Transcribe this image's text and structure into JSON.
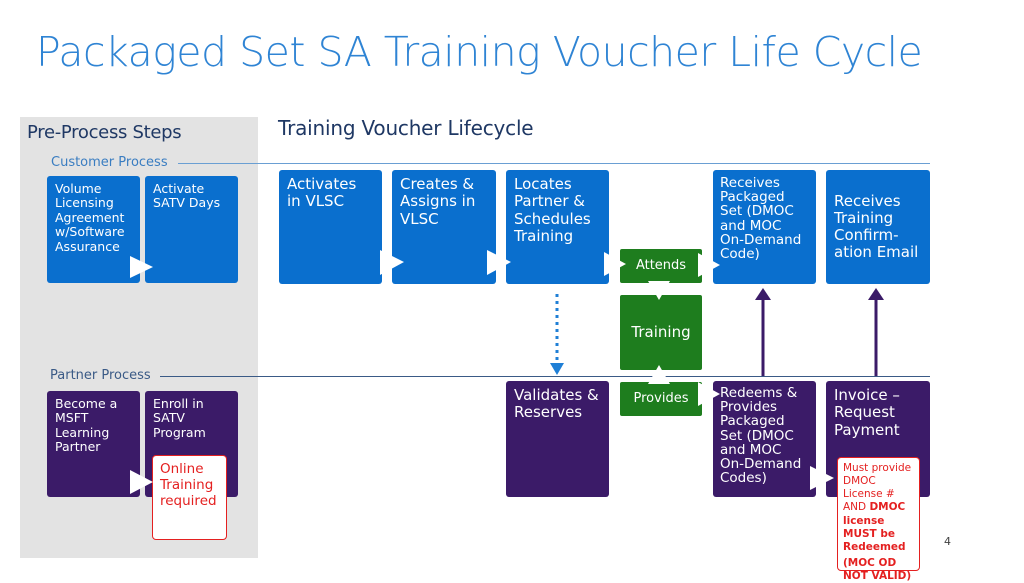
{
  "title": "Packaged Set SA Training Voucher Life Cycle",
  "pre_process": {
    "heading": "Pre-Process Steps",
    "customer_label": "Customer Process",
    "partner_label": "Partner Process",
    "customer_steps": [
      "Volume Licensing Agreement w/Software Assurance",
      "Activate SATV Days"
    ],
    "partner_steps": [
      "Become a MSFT Learning Partner",
      "Enroll in SATV Program"
    ],
    "online_note": "Online Training required"
  },
  "lifecycle": {
    "heading": "Training Voucher Lifecycle",
    "customer_steps": [
      "Activates in VLSC",
      "Creates & Assigns in VLSC",
      "Locates Partner & Schedules Training",
      "Receives Packaged Set (DMOC and MOC On-Demand Code)",
      "Receives Training Confirm-ation Email"
    ],
    "training": {
      "attends": "Attends",
      "training": "Training",
      "provides": "Provides"
    },
    "partner_steps": [
      "Validates & Reserves",
      "Redeems & Provides Packaged Set (DMOC and MOC On-Demand Codes)",
      "Invoice – Request Payment"
    ],
    "dmoc_note": {
      "line1": "Must provide DMOC License #",
      "line2_prefix": "AND ",
      "line2_bold": "DMOC license MUST be Redeemed",
      "line3": "(MOC OD NOT VALID)"
    }
  },
  "page_number": "4",
  "colors": {
    "title": "#2f84d4",
    "customer_box": "#0a6fce",
    "partner_box": "#3b1b68",
    "training_box": "#1e7d1e",
    "note_red": "#e42020"
  }
}
